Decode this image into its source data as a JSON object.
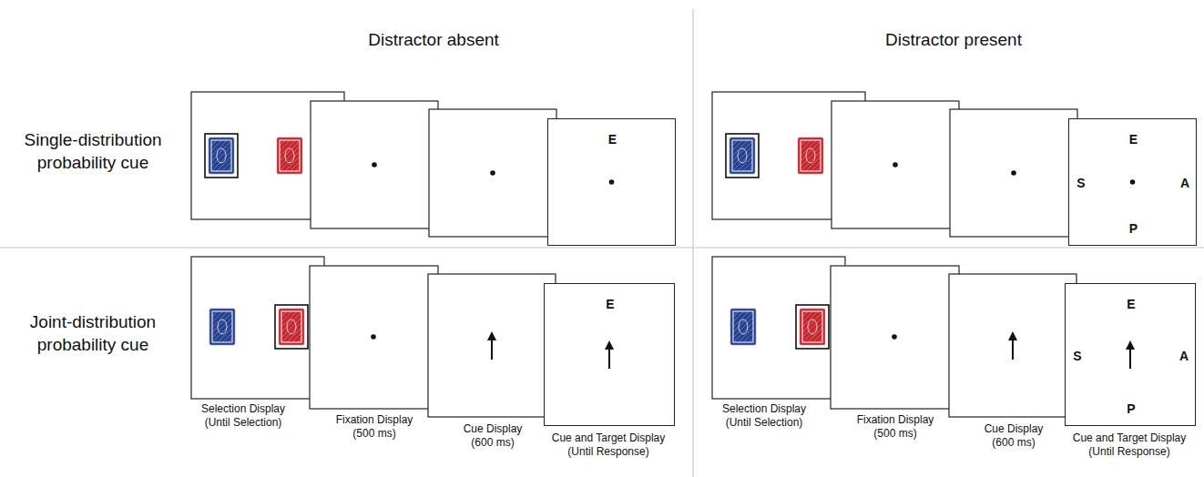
{
  "diagram": {
    "nodes": [
      {
        "text": [
          "E"
        ]
      },
      {
        "text": [
          "E",
          "S",
          "A",
          "P"
        ]
      },
      {
        "text": [
          "E"
        ]
      },
      {
        "text": [
          "E",
          "S",
          "A",
          "P"
        ]
      }
    ],
    "labels": [
      "Distractor absent",
      "Distractor present",
      "Single-distribution probability cue",
      "Joint-distribution probability cue",
      "Selection Display (Until Selection)",
      "Fixation Display (500 ms)",
      "Cue Display (600 ms)",
      "Cue and Target Display (Until Response)",
      "Selection Display (Until Selection)",
      "Fixation Display (500 ms)",
      "Cue Display (600 ms)",
      "Cue and Target Display (Until Response)"
    ]
  }
}
